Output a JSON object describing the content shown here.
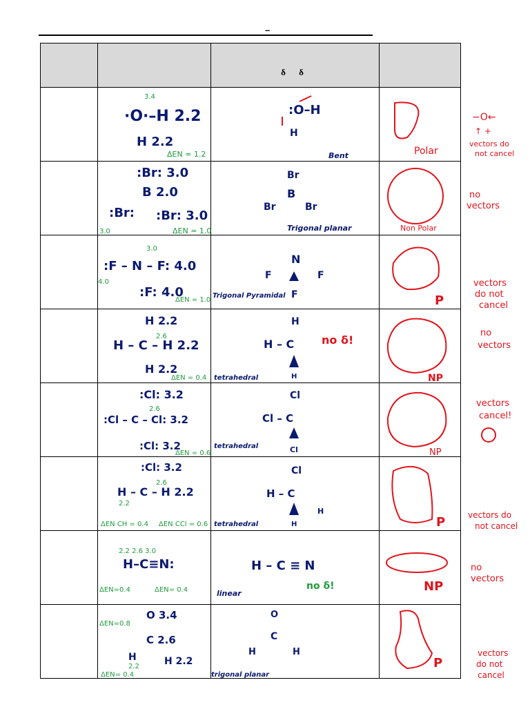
{
  "header": {
    "title_dash": "–",
    "columns": [
      "",
      "",
      "δ  δ",
      ""
    ]
  },
  "rows": [
    {
      "lewis": [
        "·O·–H 2.2",
        "3.4",
        "H 2.2",
        "ΔEN = 1.2"
      ],
      "shape_label": "Bent",
      "polarity": "Polar",
      "note": [
        "−O←",
        "↑ +",
        "vectors do",
        "not cancel"
      ]
    },
    {
      "lewis": [
        ":Br: 3.0",
        "B 2.0",
        ":Br:",
        ":Br: 3.0",
        "3.0",
        "ΔEN = 1.0"
      ],
      "shape_label": "Trigonal planar",
      "polarity": "Non Polar",
      "note": [
        "no",
        "vectors"
      ]
    },
    {
      "lewis": [
        "3.0",
        ":F – N – F: 4.0",
        "4.0",
        ":F: 4.0",
        "ΔEN = 1.0"
      ],
      "shape_label": "Trigonal Pyramidal",
      "polarity": "P",
      "note": [
        "vectors",
        "do not",
        "cancel"
      ]
    },
    {
      "lewis": [
        "H 2.2",
        "H – C – H 2.2",
        "2.6",
        "H 2.2",
        "ΔEN = 0.4"
      ],
      "shape_label": "tetrahedral",
      "polarity": "NP",
      "note": [
        "no",
        "vectors"
      ],
      "extra": "no δ!"
    },
    {
      "lewis": [
        ":Cl: 3.2",
        ":Cl – C – Cl: 3.2",
        "2.6",
        ":Cl: 3.2",
        "ΔEN = 0.6"
      ],
      "shape_label": "tetrahedral",
      "polarity": "NP",
      "note": [
        "vectors",
        "cancel!"
      ]
    },
    {
      "lewis": [
        ":Cl: 3.2",
        "H – C – H 2.2",
        "2.6",
        "2.2",
        "ΔEN CH = 0.4",
        "ΔEN CCl = 0.6"
      ],
      "shape_label": "tetrahedral",
      "polarity": "P",
      "note": [
        "vectors do",
        "not cancel"
      ]
    },
    {
      "lewis": [
        "2.2  2.6  3.0",
        "H–C≡N:",
        "ΔEN=0.4",
        "ΔEN= 0.4"
      ],
      "shape_label": "linear",
      "polarity": "NP",
      "note": [
        "no",
        "vectors"
      ],
      "extra": "no δ!",
      "shape_formula": "H – C ≡ N"
    },
    {
      "lewis": [
        "ΔEN=0.8",
        "O 3.4",
        "C 2.6",
        "H",
        "H 2.2",
        "2.2",
        "ΔEN= 0.4"
      ],
      "shape_label": "trigonal planar",
      "polarity": "P",
      "note": [
        "vectors",
        "do not",
        "cancel"
      ]
    }
  ],
  "colors": {
    "blue": "#0a1a6e",
    "green": "#1f9a3a",
    "red": "#e0141c"
  }
}
